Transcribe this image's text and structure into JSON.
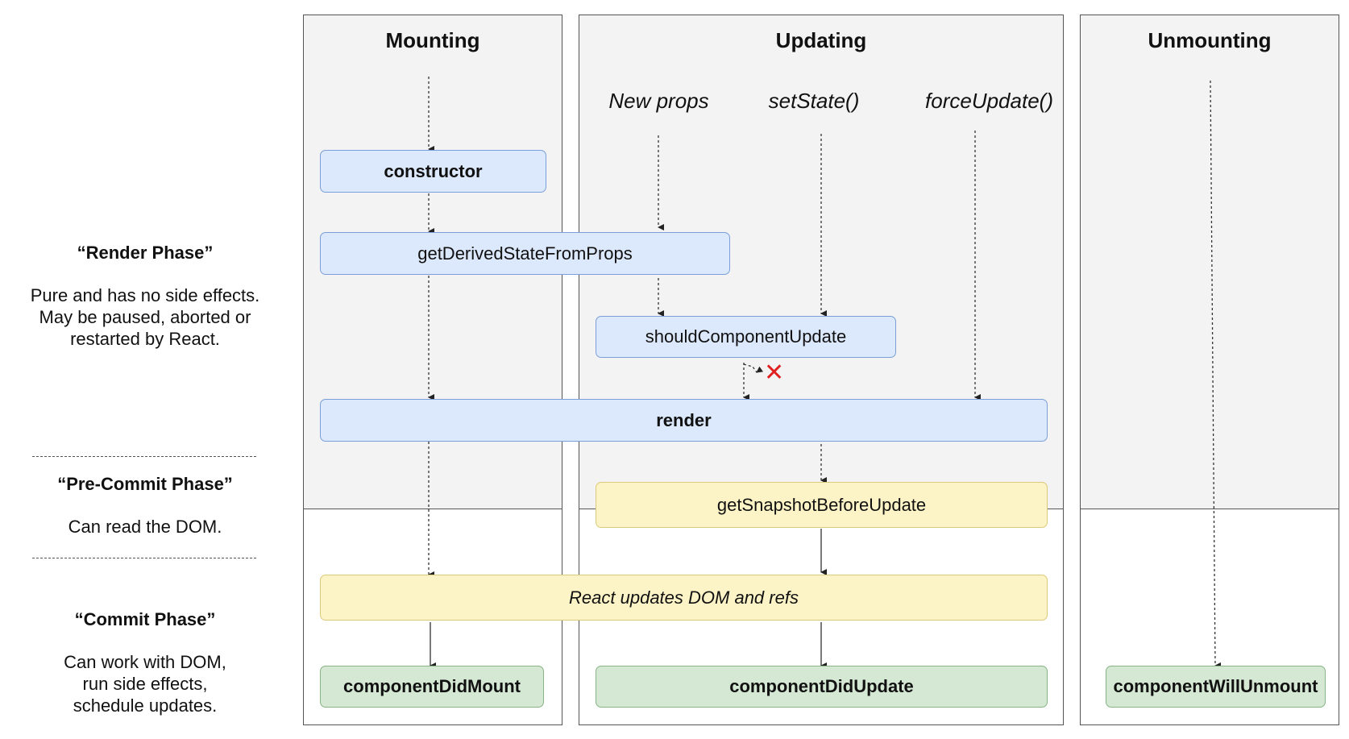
{
  "columns": {
    "mounting": "Mounting",
    "updating": "Updating",
    "unmounting": "Unmounting"
  },
  "phases": {
    "render": {
      "title": "“Render Phase”",
      "description": "Pure and has no side effects. May be paused, aborted or restarted by React."
    },
    "pre_commit": {
      "title": "“Pre-Commit Phase”",
      "description": "Can read the DOM."
    },
    "commit": {
      "title": "“Commit Phase”",
      "description": "Can work with DOM, run side effects, schedule updates."
    }
  },
  "triggers": {
    "new_props": "New props",
    "set_state": "setState()",
    "force_update": "forceUpdate()"
  },
  "methods": {
    "constructor": "constructor",
    "get_derived_state": "getDerivedStateFromProps",
    "should_component_update": "shouldComponentUpdate",
    "render": "render",
    "get_snapshot": "getSnapshotBeforeUpdate",
    "react_updates": "React updates DOM and refs",
    "component_did_mount": "componentDidMount",
    "component_did_update": "componentDidUpdate",
    "component_will_unmount": "componentWillUnmount"
  },
  "colors": {
    "render_phase_box": "#dce8fb",
    "pre_commit_box": "#fcf3c6",
    "commit_box": "#d5e8d4",
    "abort_mark": "#e02020"
  },
  "icons": {
    "abort": "cross-mark-icon"
  }
}
